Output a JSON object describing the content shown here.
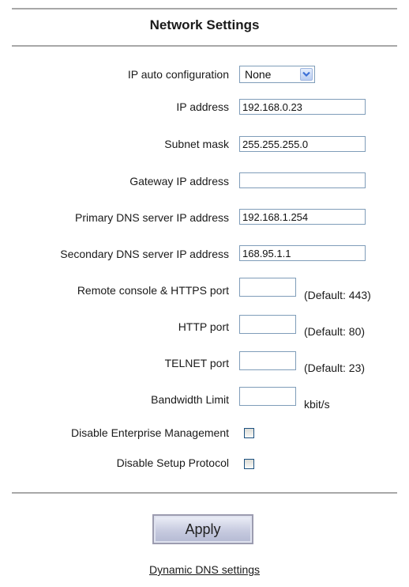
{
  "header": {
    "title": "Network Settings"
  },
  "fields": {
    "ip_auto_config": {
      "label": "IP auto configuration",
      "value": "None"
    },
    "ip_address": {
      "label": "IP address",
      "value": "192.168.0.23"
    },
    "subnet_mask": {
      "label": "Subnet mask",
      "value": "255.255.255.0"
    },
    "gateway_ip": {
      "label": "Gateway IP address",
      "value": ""
    },
    "primary_dns": {
      "label": "Primary DNS server IP address",
      "value": "192.168.1.254"
    },
    "secondary_dns": {
      "label": "Secondary DNS server IP address",
      "value": "168.95.1.1"
    },
    "remote_console_port": {
      "label": "Remote console & HTTPS port",
      "value": "",
      "note": "(Default: 443)"
    },
    "http_port": {
      "label": "HTTP port",
      "value": "",
      "note": "(Default: 80)"
    },
    "telnet_port": {
      "label": "TELNET port",
      "value": "",
      "note": "(Default: 23)"
    },
    "bandwidth_limit": {
      "label": "Bandwidth Limit",
      "value": "",
      "note": "kbit/s"
    },
    "disable_enterprise_mgmt": {
      "label": "Disable Enterprise Management",
      "checked": false
    },
    "disable_setup_protocol": {
      "label": "Disable Setup Protocol",
      "checked": false
    }
  },
  "actions": {
    "apply_label": "Apply"
  },
  "links": {
    "dynamic_dns": "Dynamic DNS settings"
  },
  "icons": {
    "select_arrow": "chevron-down-icon"
  },
  "colors": {
    "divider": "#a8a8a8",
    "input_border": "#7f9db9",
    "arrow_blue": "#3b6fd6"
  }
}
